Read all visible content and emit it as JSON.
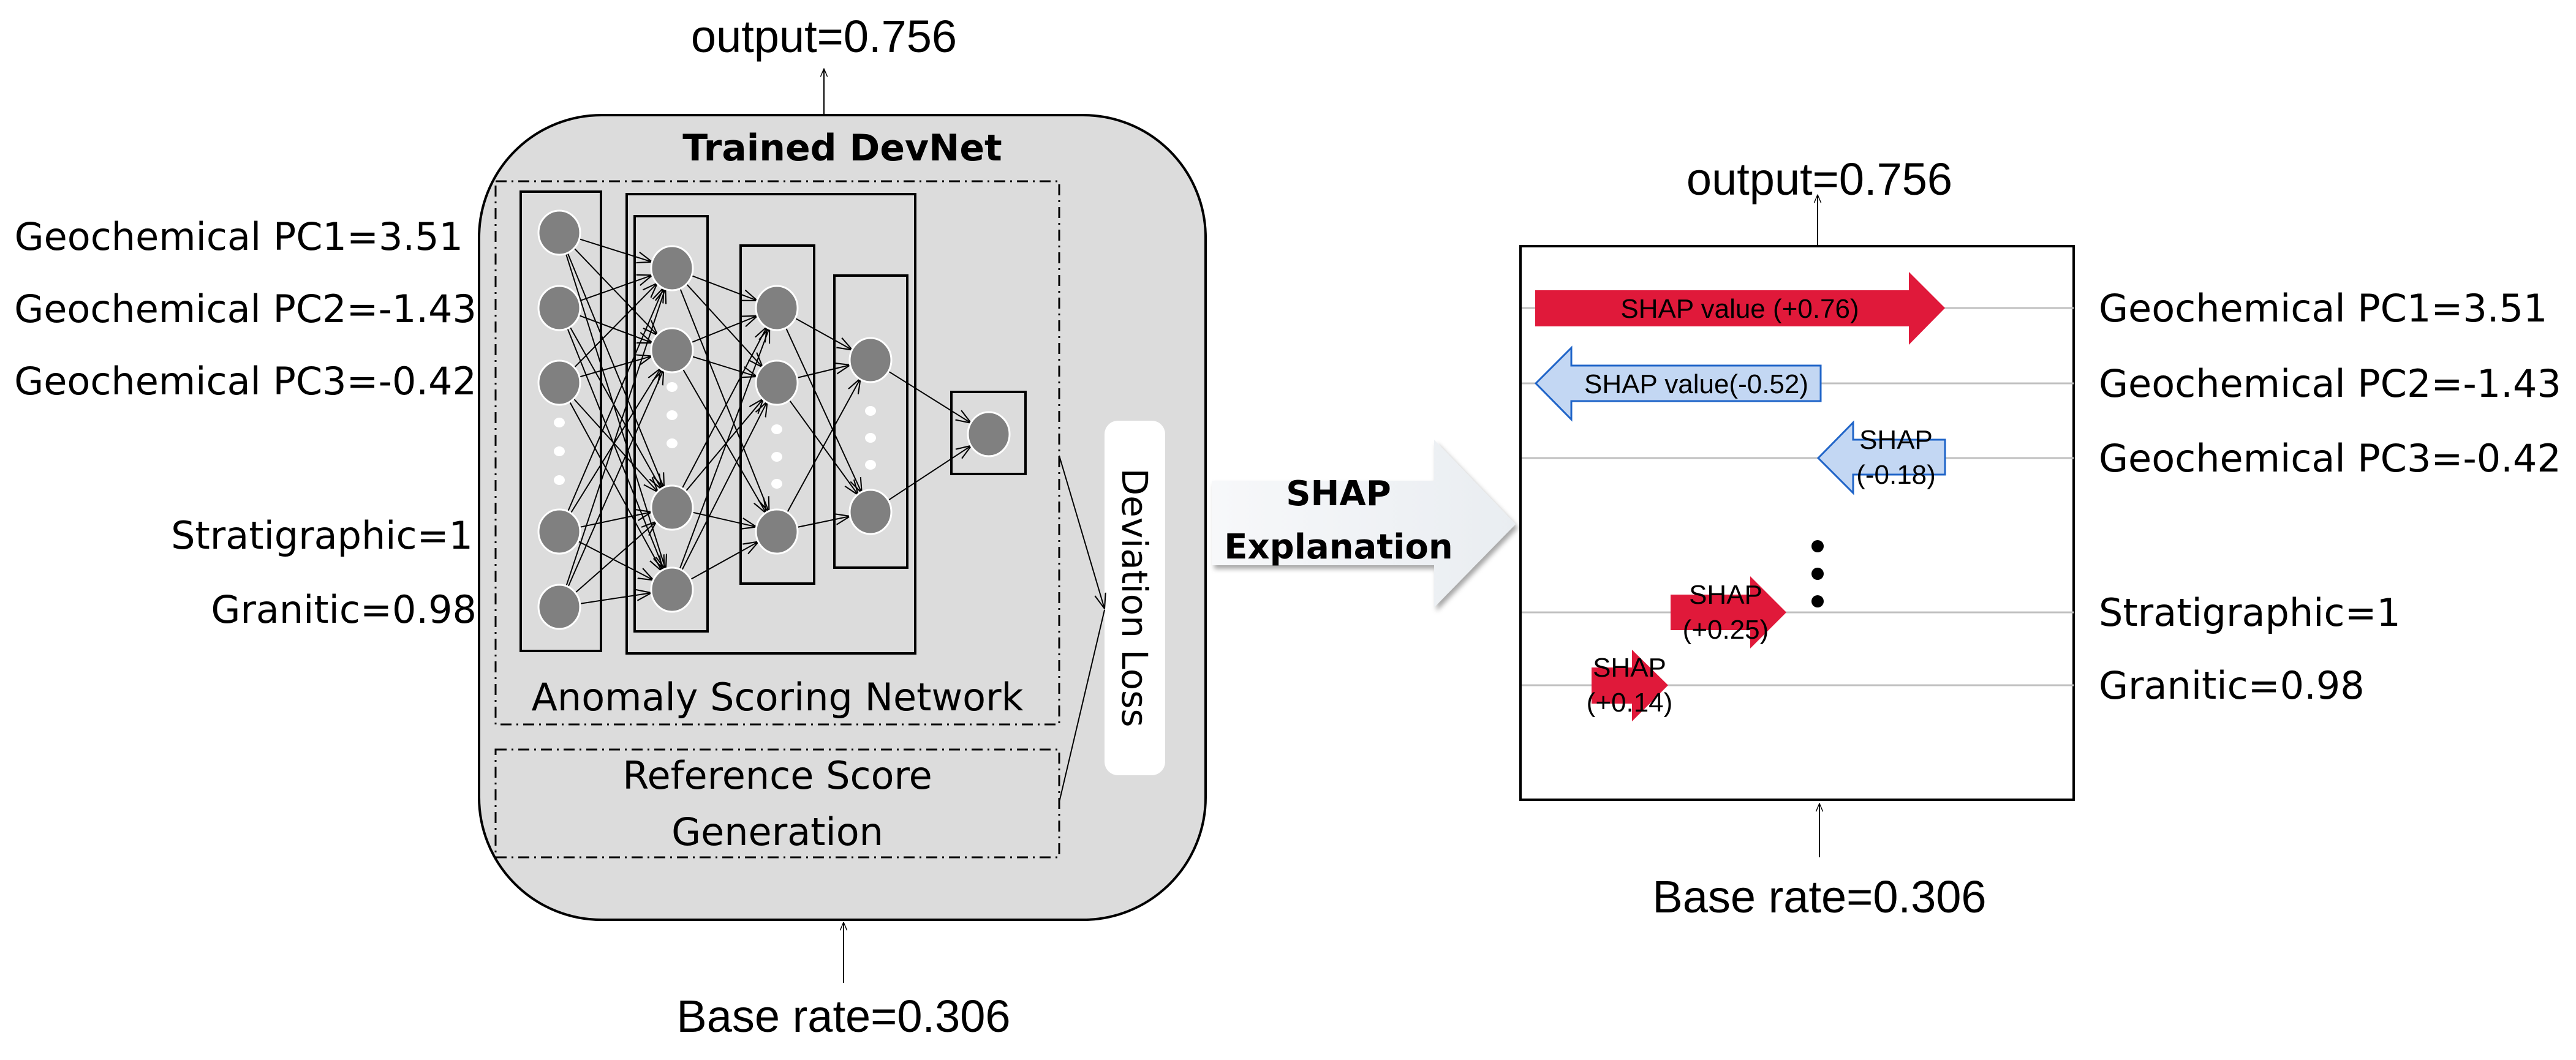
{
  "left_panel": {
    "output_label": "output=0.756",
    "base_rate_label": "Base rate=0.306",
    "title": "Trained DevNet",
    "network_label": "Anomaly Scoring Network",
    "reference_label_line1": "Reference Score",
    "reference_label_line2": "Generation",
    "loss_label": "Deviation Loss",
    "inputs": [
      {
        "label": "Geochemical PC1=3.51"
      },
      {
        "label": "Geochemical PC2=-1.43"
      },
      {
        "label": "Geochemical PC3=-0.42"
      },
      {
        "label": "Stratigraphic=1"
      },
      {
        "label": "Granitic=0.98"
      }
    ],
    "icons": [
      "neuron-node-icon",
      "ellipsis-dots-icon",
      "arrow-icon"
    ]
  },
  "transition": {
    "line1": "SHAP",
    "line2": "Explanation"
  },
  "right_panel": {
    "output_label": "output=0.756",
    "base_rate_label": "Base rate=0.306",
    "features": [
      {
        "label": "Geochemical PC1=3.51",
        "shap_label": "SHAP value (+0.76)",
        "shap_line1": "",
        "shap_line2": "",
        "shap": 0.76
      },
      {
        "label": "Geochemical PC2=-1.43",
        "shap_label": "SHAP value(-0.52)",
        "shap_line1": "",
        "shap_line2": "",
        "shap": -0.52
      },
      {
        "label": "Geochemical PC3=-0.42",
        "shap_label": "",
        "shap_line1": "SHAP",
        "shap_line2": "(-0.18)",
        "shap": -0.18
      },
      {
        "label": "Stratigraphic=1",
        "shap_label": "",
        "shap_line1": "SHAP",
        "shap_line2": "(+0.25)",
        "shap": 0.25
      },
      {
        "label": "Granitic=0.98",
        "shap_label": "",
        "shap_line1": "SHAP",
        "shap_line2": "(+0.14)",
        "shap": 0.14
      }
    ],
    "colors": {
      "positive_fill": "#e0193a",
      "negative_fill": "#c3d7f3",
      "negative_stroke": "#1f64c8"
    }
  }
}
